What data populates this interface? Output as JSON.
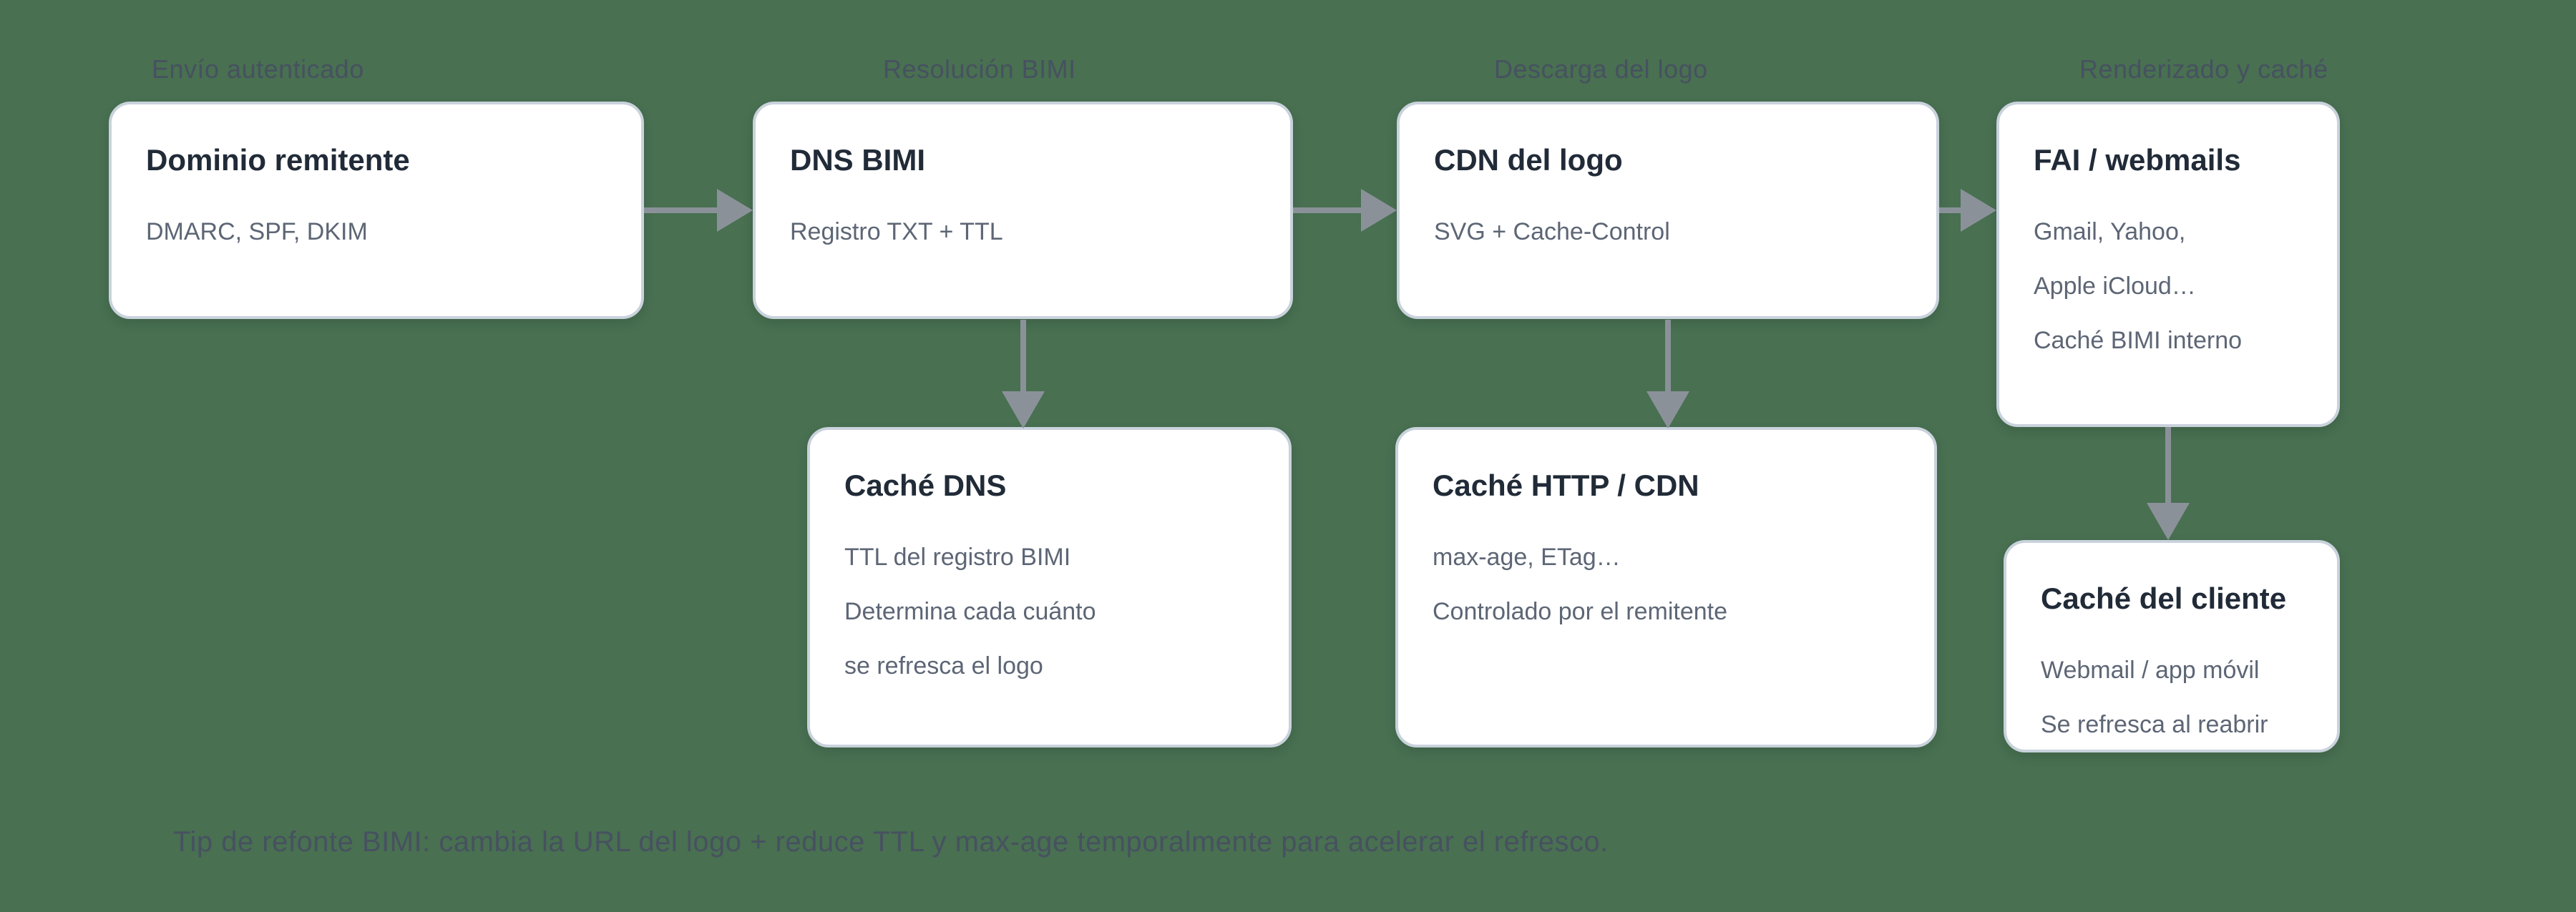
{
  "diagram": {
    "stage_labels": [
      {
        "label": "Envío autenticado"
      },
      {
        "label": "Resolución BIMI"
      },
      {
        "label": "Descarga del logo"
      },
      {
        "label": "Renderizado y caché"
      }
    ],
    "nodes": [
      {
        "id": "dominio-remitente",
        "title": "Dominio remitente",
        "lines": [
          "DMARC, SPF, DKIM"
        ]
      },
      {
        "id": "dns-bimi",
        "title": "DNS BIMI",
        "lines": [
          "Registro TXT + TTL"
        ]
      },
      {
        "id": "cdn-del-logo",
        "title": "CDN del logo",
        "lines": [
          "SVG + Cache-Control"
        ]
      },
      {
        "id": "fai-webmails",
        "title": "FAI / webmails",
        "lines": [
          "Gmail, Yahoo,",
          "Apple iCloud…",
          "Caché BIMI interno"
        ]
      },
      {
        "id": "cache-dns",
        "title": "Caché DNS",
        "lines": [
          "TTL del registro BIMI",
          "Determina cada cuánto",
          "se refresca el logo"
        ]
      },
      {
        "id": "cache-http-cdn",
        "title": "Caché HTTP / CDN",
        "lines": [
          "max-age, ETag…",
          "Controlado por el remitente"
        ]
      },
      {
        "id": "cache-del-cliente",
        "title": "Caché del cliente",
        "lines": [
          "Webmail / app móvil",
          "Se refresca al reabrir"
        ]
      }
    ],
    "footer": {
      "note": "Tip de refonte BIMI: cambia la URL del logo + reduce TTL y max-age temporalmente para acelerar el refresco."
    },
    "colors": {
      "background": "#487051",
      "node_fill": "#ffffff",
      "node_border": "#c9d2dc",
      "node_title": "#212b38",
      "node_text": "#5d6675",
      "arrow": "#8b9199",
      "faint_label": "#475160"
    }
  }
}
